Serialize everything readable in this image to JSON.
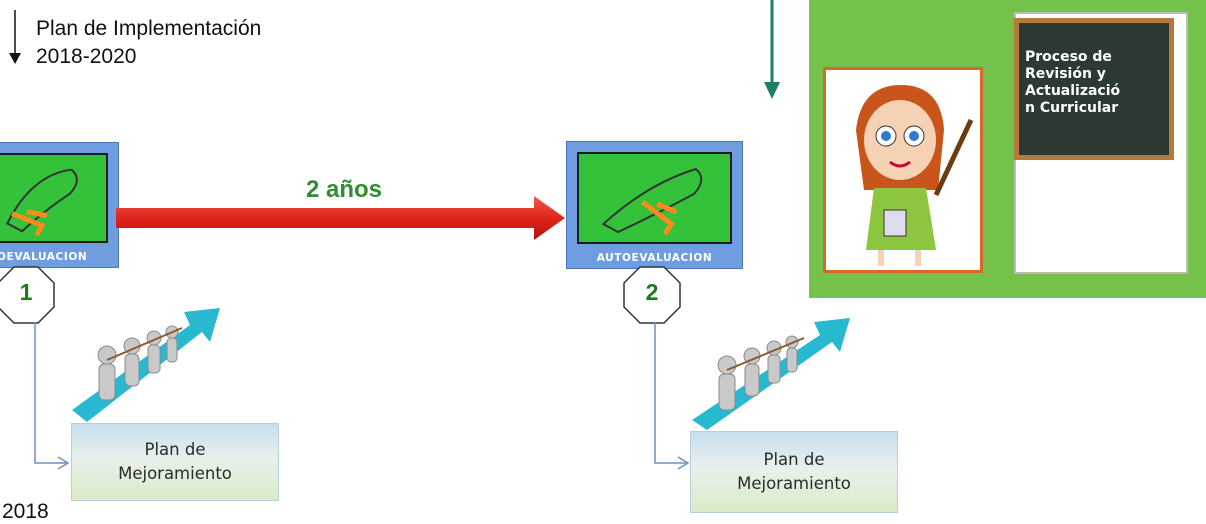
{
  "plan_label": "Plan de Implementación\n2018-2020",
  "timeline": {
    "duration_label": "2 años"
  },
  "stages": [
    {
      "number": "1",
      "badge_text": "AUTOEVALUACION"
    },
    {
      "number": "2",
      "badge_text": "AUTOEVALUACION"
    }
  ],
  "improvement_plans": [
    {
      "label": "Plan de\nMejoramiento"
    },
    {
      "label": "Plan de\nMejoramiento"
    }
  ],
  "curriculum_panel": {
    "title": "Proceso de\nRevisión y\nActualizació\nn Curricular"
  },
  "bottom_partial_text": "2018",
  "colors": {
    "arrow_red": "#e0241c",
    "badge_blue": "#6f9ddf",
    "badge_green": "#34c23a",
    "number_green": "#1d7a1d",
    "connector_teal": "#1b7f64"
  }
}
